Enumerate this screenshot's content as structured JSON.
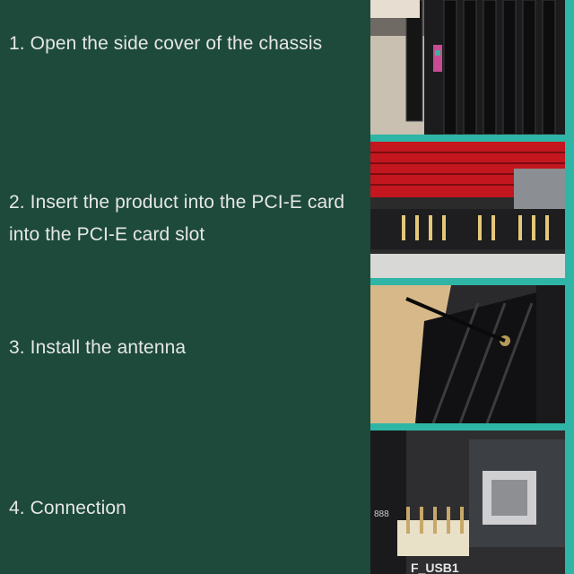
{
  "steps": [
    {
      "text": "1. Open the side cover of the chassis",
      "photo": "chassis-side-cover-photo"
    },
    {
      "text": "2. Insert the product into the PCI-E card into the PCI-E card slot",
      "photo": "pcie-card-slot-photo"
    },
    {
      "text": "3. Install the antenna",
      "photo": "antenna-install-photo"
    },
    {
      "text": "4. Connection",
      "photo": "usb-header-connection-photo"
    }
  ],
  "photo_labels": {
    "usb_header": "F_USB1",
    "pin_header": "888"
  },
  "colors": {
    "background": "#1d4a3a",
    "text": "#e6e6e6",
    "photo_border": "#2fb5a6"
  }
}
